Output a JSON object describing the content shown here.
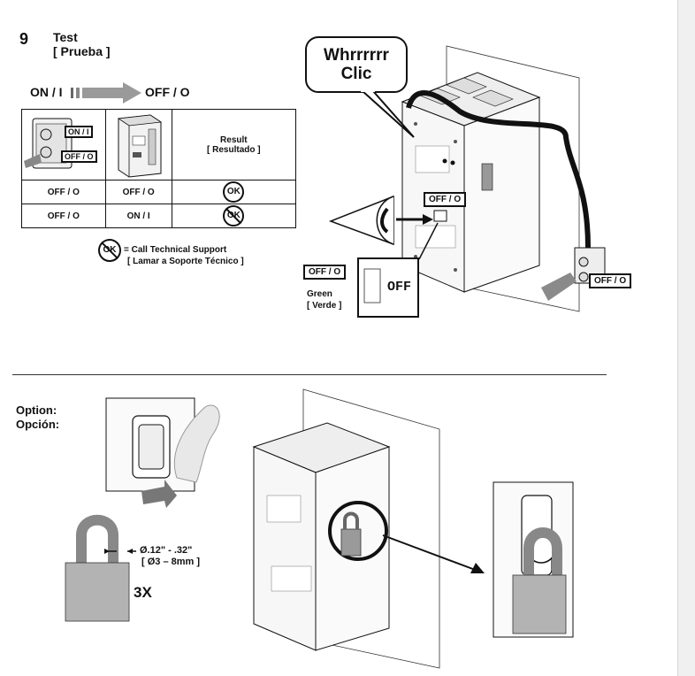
{
  "step": {
    "number": "9",
    "title": "Test",
    "title_es": "[ Prueba ]"
  },
  "flow": {
    "from": "ON / I",
    "to": "OFF / O"
  },
  "table": {
    "header_icon_on": "ON / I",
    "header_icon_off": "OFF / O",
    "result_header": "Result",
    "result_header_es": "[ Resultado ]",
    "rows": [
      {
        "col1": "OFF / O",
        "col2": "OFF / O",
        "result": "OK",
        "result_crossed": false
      },
      {
        "col1": "OFF / O",
        "col2": "ON / I",
        "result": "OK",
        "result_crossed": true
      }
    ]
  },
  "support_note": {
    "icon_text": "OK",
    "text": "= Call Technical Support",
    "text_es": "[ Lamar a Soporte Técnico ]"
  },
  "breaker_diagram": {
    "bubble_line1": "Whrrrrrr",
    "bubble_line2": "Clic",
    "indicator_label": "OFF / O",
    "handle_label": "OFF / O",
    "legend_label": "OFF / O",
    "green_label": "Green",
    "green_label_es": "[ Verde ]",
    "window_text": "OFF"
  },
  "option": {
    "title": "Option:",
    "title_es": "Opción:",
    "shackle_dim": "Ø.12\" - .32\"",
    "shackle_dim_mm": "[ Ø3 – 8mm ]",
    "quantity": "3X"
  },
  "colors": {
    "line": "#111111",
    "padlock": "#b3b3b3",
    "arrow": "#8a8a8a",
    "panel": "#f6f6f6"
  }
}
